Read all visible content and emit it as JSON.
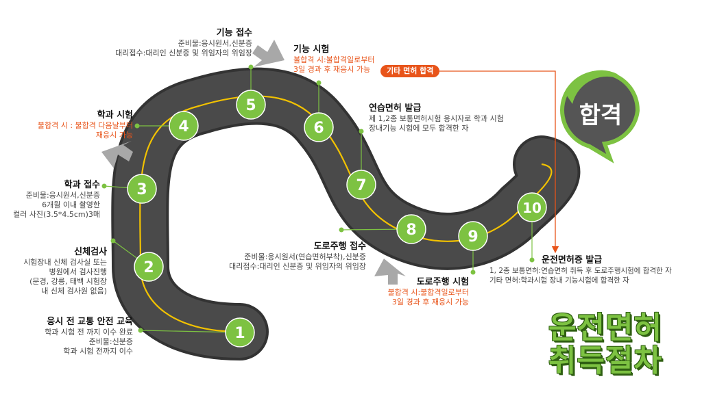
{
  "steps": [
    {
      "num": "1",
      "title": "응시 전 교통 안전 교육",
      "lines": [
        "학과 시험 전 까지 이수 완료",
        "준비물:신분증",
        "학과 시험 전까지 이수"
      ],
      "orange": []
    },
    {
      "num": "2",
      "title": "신체검사",
      "lines": [
        "시험장내 신체 검사실 또는",
        "병원에서 검사진행",
        "(문경, 강릉, 태백 시험장",
        "내 신체 검사원 없음)"
      ],
      "orange": []
    },
    {
      "num": "3",
      "title": "학과 접수",
      "lines": [
        "준비물:응시원서,신분증",
        "6개월 이내 촬영한",
        "컬러 사진(3.5*4.5cm)3매"
      ],
      "orange": []
    },
    {
      "num": "4",
      "title": "학과 시험",
      "lines": [],
      "orange": [
        "불합격 시 : 불합격 다음날부터",
        "재응시 가능"
      ]
    },
    {
      "num": "5",
      "title": "기능 접수",
      "lines": [
        "준비물:응시원서,신분증",
        "대리접수:대리인 신분증 및 위임자의 위임장"
      ],
      "orange": []
    },
    {
      "num": "6",
      "title": "기능 시험",
      "lines": [],
      "orange": [
        "불합격 시:불합격일로부터",
        "3일 경과 후 재응시 가능"
      ]
    },
    {
      "num": "7",
      "title": "연습면허 발급",
      "lines": [
        "제 1,2종 보통면허시험 응시자로 학과 시험",
        "장내기능 시험에 모두 합격한 자"
      ],
      "orange": []
    },
    {
      "num": "8",
      "title": "도로주행 접수",
      "lines": [
        "준비물:응시원서(연습면허부착),신분증",
        "대리접수:대리인 신분증 및 위임자의 위임장"
      ],
      "orange": []
    },
    {
      "num": "9",
      "title": "도로주행 시험",
      "lines": [],
      "orange": [
        "불합격 시:불합격일로부터",
        "3일 경과 후 재응시 가능"
      ]
    },
    {
      "num": "10",
      "title": "운전면허증 발급",
      "lines": [
        "1, 2종 보통면허:연습면허 취득 후 도로주행시험에 합격한 자",
        "기타 면허:학과시험 장내 기능시험에 합격한 자"
      ],
      "orange": []
    }
  ],
  "badge": "기타 면허 합격",
  "pass_label": "합격",
  "main_title": [
    "운전면허",
    "취득절차"
  ],
  "colors": {
    "road": "#4a4a4a",
    "road_edge": "#333333",
    "lane": "#f2c200",
    "circle": "#7dc242",
    "orange": "#e8541a",
    "bubble": "#555555",
    "bubble_ring": "#7dc242"
  }
}
